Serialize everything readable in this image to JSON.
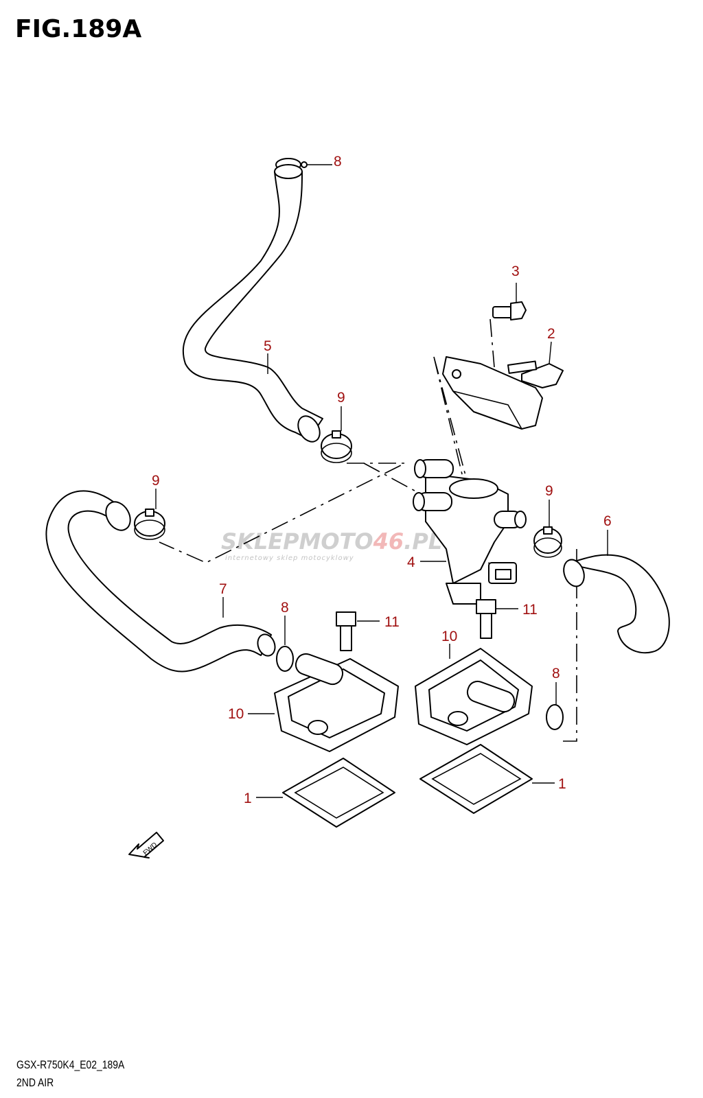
{
  "figure": {
    "title": "FIG.189A",
    "model_code": "GSX-R750K4_E02_189A",
    "subtitle": "2ND AIR"
  },
  "watermark": {
    "main": "SKLEPMOTO",
    "accent": "46",
    "suffix": ".PL",
    "tagline": "internetowy sklep motocyklowy"
  },
  "fwd_label": "FWD",
  "callouts": {
    "c1_left": "1",
    "c1_right": "1",
    "c2": "2",
    "c3": "3",
    "c4": "4",
    "c5": "5",
    "c6": "6",
    "c7": "7",
    "c8_top": "8",
    "c8_mid": "8",
    "c8_right": "8",
    "c9_left": "9",
    "c9_mid": "9",
    "c9_right": "9",
    "c10_left": "10",
    "c10_right": "10",
    "c11_left": "11",
    "c11_right": "11"
  },
  "colors": {
    "callout": "#a01010",
    "line": "#000000"
  }
}
